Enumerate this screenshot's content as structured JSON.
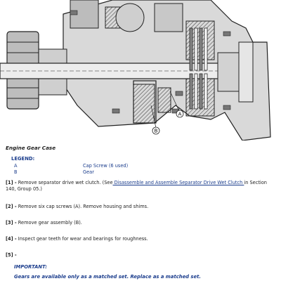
{
  "caption": "Engine Gear Case",
  "legend": {
    "heading": "LEGEND:",
    "items": [
      {
        "letter": "A",
        "desc": "Cap Screw (6 used)"
      },
      {
        "letter": "B",
        "desc": "Gear"
      }
    ]
  },
  "callouts": {
    "a": "A",
    "b": "B"
  },
  "steps": [
    {
      "num": "[1] -",
      "before": "Remove separator drive wet clutch. (See",
      "link": " Disassemble and Assemble Separator Drive Wet Clutch ",
      "after": "in Section 140, Group 05.)"
    },
    {
      "num": "[2] -",
      "text": "Remove six cap screws (A). Remove housing and shims."
    },
    {
      "num": "[3] -",
      "text": "Remove gear assembly (B)."
    },
    {
      "num": "[4] -",
      "text": "Inspect gear teeth for wear and bearings for roughness."
    },
    {
      "num": "[5] -",
      "text": ""
    }
  ],
  "important_label": "IMPORTANT:",
  "important_note": "Gears are available only as a matched set. Replace as a matched set."
}
